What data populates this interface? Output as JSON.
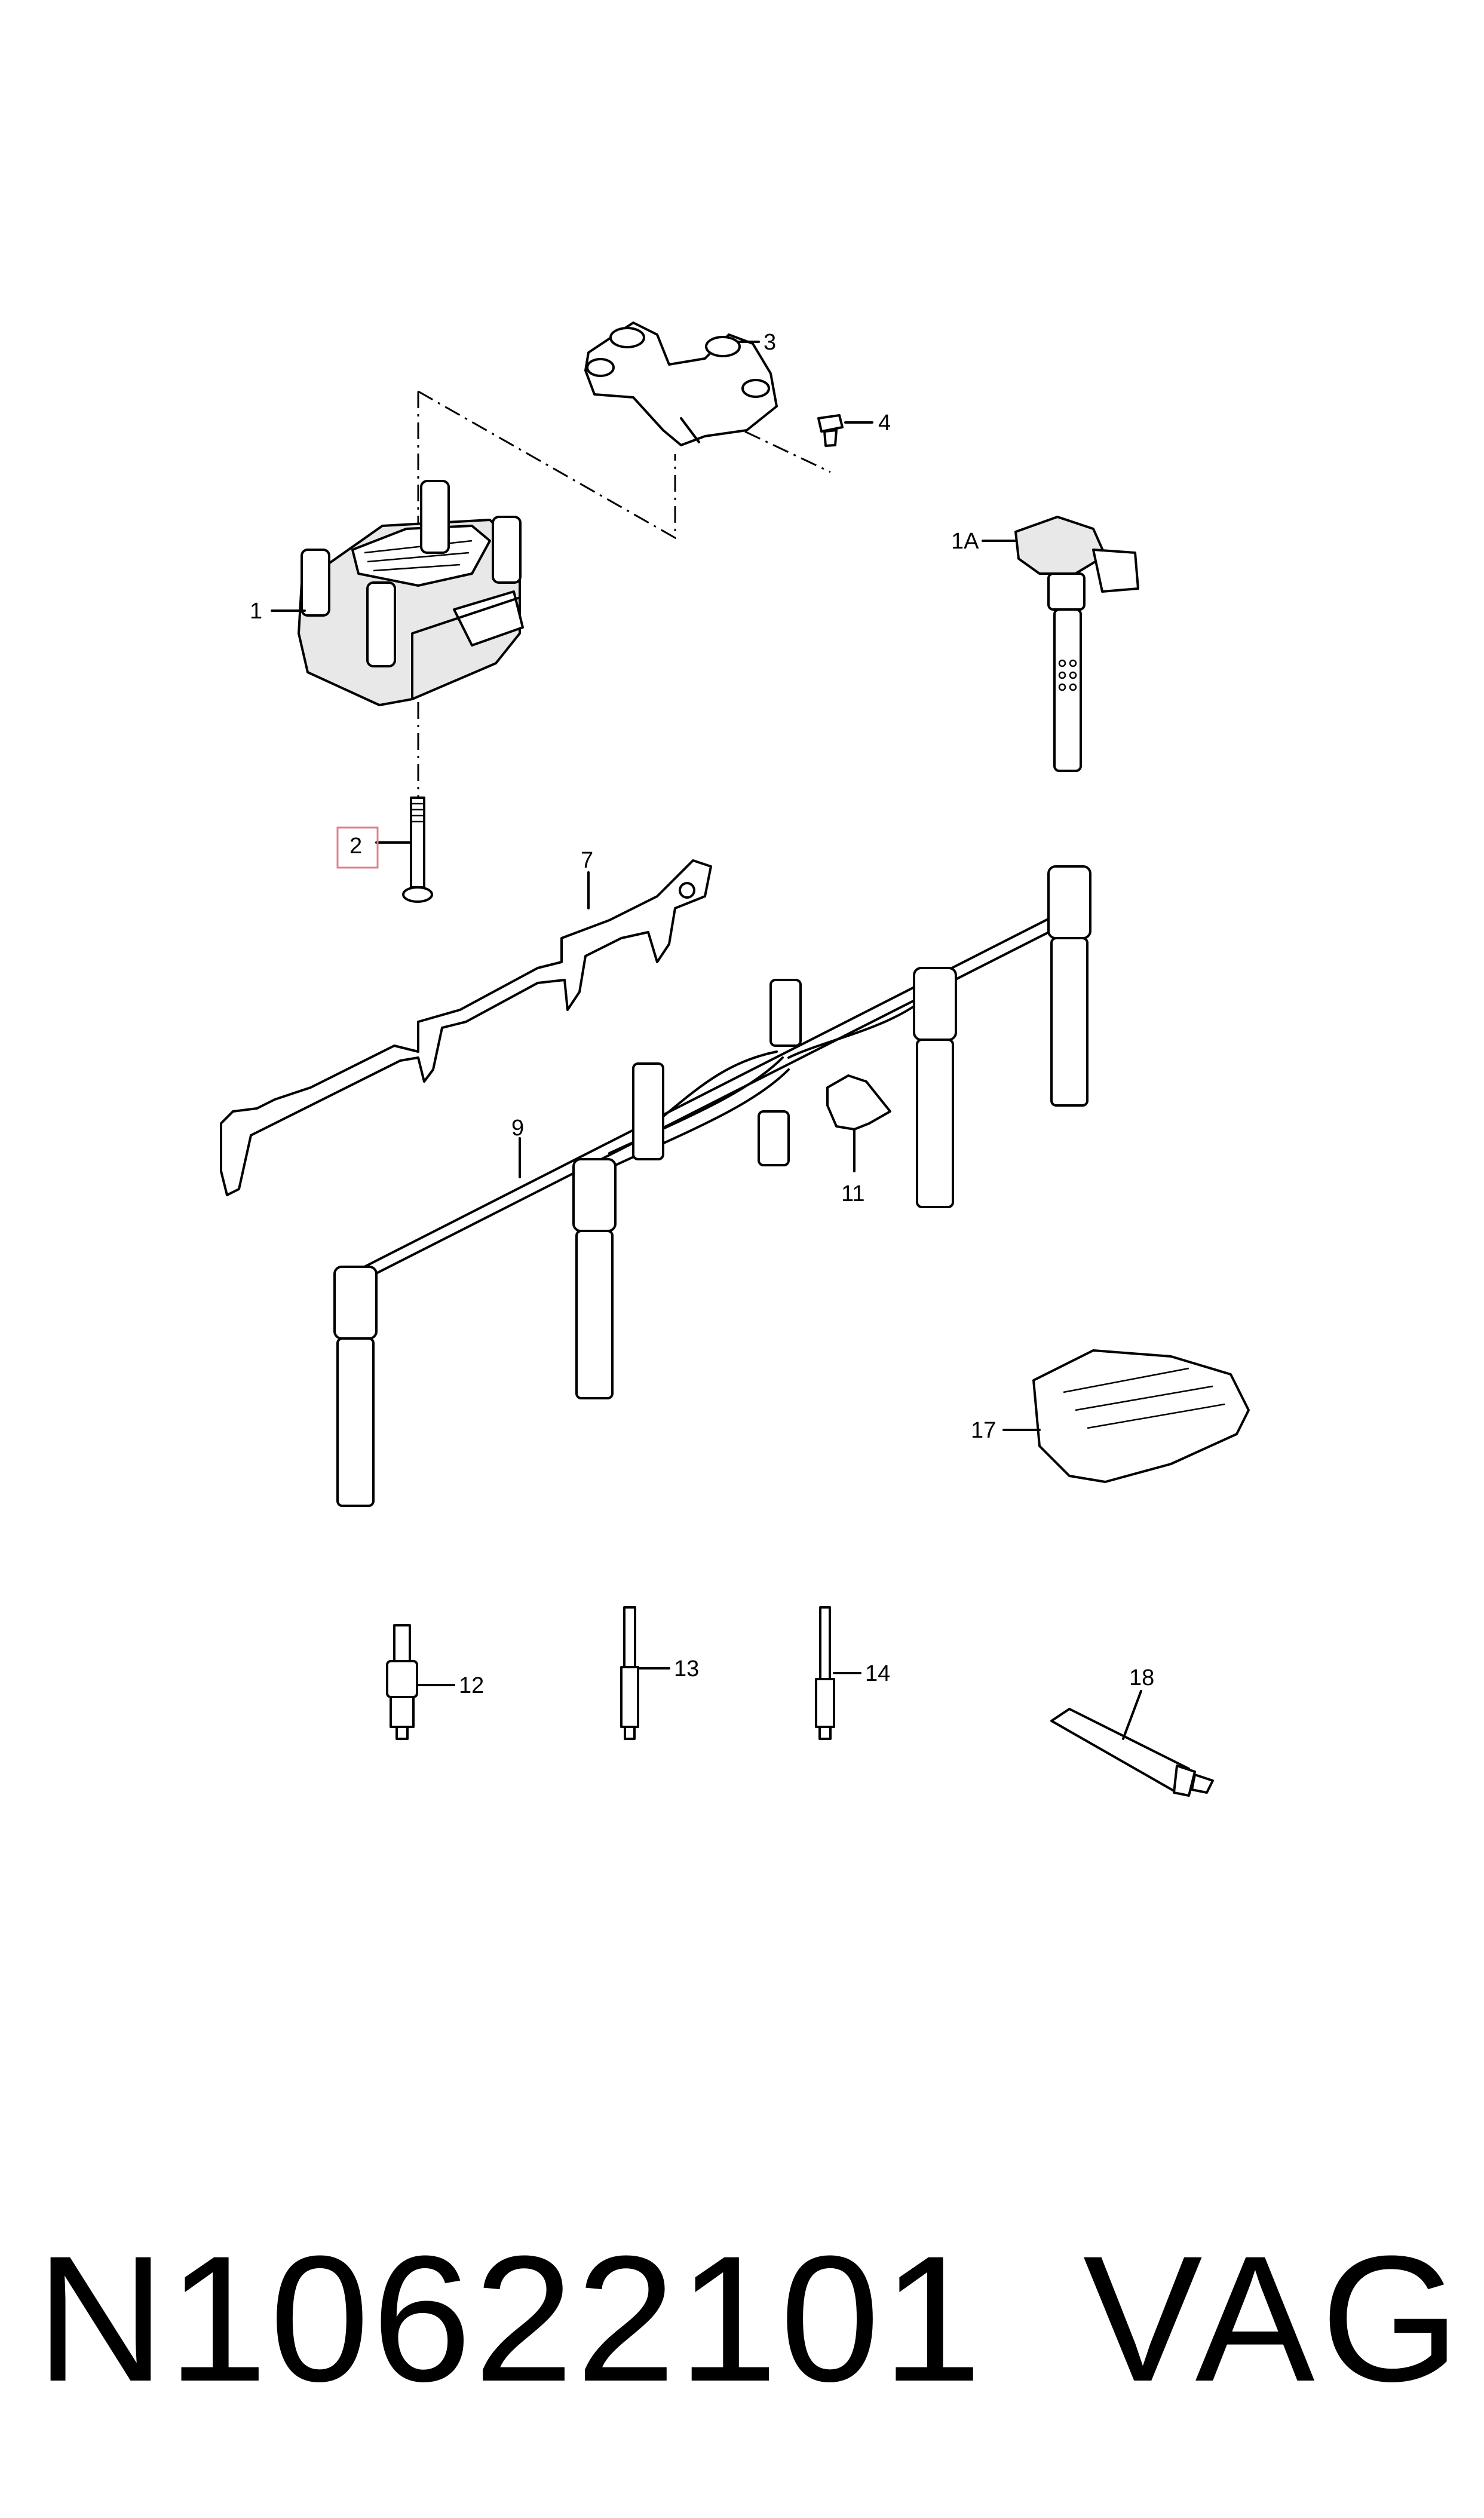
{
  "callouts": {
    "c1": "1",
    "c1a": "1A",
    "c2": "2",
    "c3": "3",
    "c4": "4",
    "c7": "7",
    "c9": "9",
    "c11": "11",
    "c12": "12",
    "c13": "13",
    "c14": "14",
    "c17": "17",
    "c18": "18"
  },
  "highlight_color": "#e0808a",
  "footer": {
    "part_number": "N10622101",
    "brand": "VAG"
  }
}
